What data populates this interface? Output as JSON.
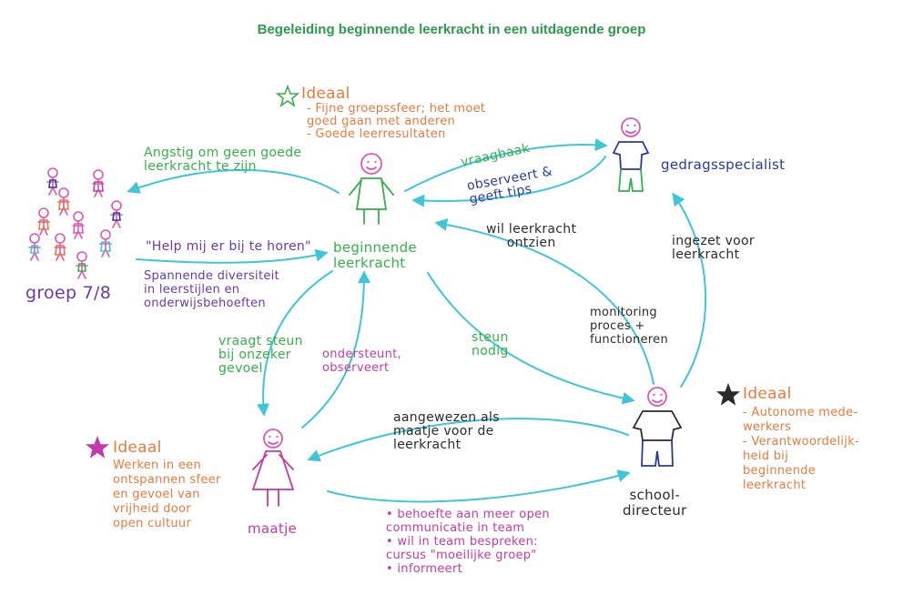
{
  "title": "Begeleiding beginnende leerkracht in een uitdagende groep",
  "colors": {
    "arrow": "#3ec6d6",
    "green": "#35b04a",
    "orange": "#e87a3c",
    "blue": "#2a3a9a",
    "purple": "#6a3aa8",
    "magenta": "#c43aa8",
    "dark": "#2b2b2b",
    "pink_head": "#e056b6"
  },
  "nodes": {
    "groep": {
      "label": "groep 7/8"
    },
    "leerkracht": {
      "label": "beginnende\nleerkracht"
    },
    "gedragsspecialist": {
      "label": "gedragsspecialist"
    },
    "maatje": {
      "label": "maatje"
    },
    "schooldirecteur": {
      "label": "school-\ndirecteur"
    }
  },
  "ideals": {
    "top": {
      "header": "Ideaal",
      "text": "- Fijne groepssfeer; het moet\n  goed gaan met anderen\n- Goede leerresultaten",
      "star_color": "green"
    },
    "right": {
      "header": "Ideaal",
      "text": "- Autonome mede-\n  werkers\n- Verantwoordelijk-\n  heid bij\n  beginnende\n  leerkracht",
      "star_color": "dark"
    },
    "left": {
      "header": "Ideaal",
      "text": "Werken in een\nontspannen sfeer\nen gevoel van\nvrijheid door\nopen cultuur",
      "star_color": "magenta"
    }
  },
  "edges": {
    "angstig": "Angstig om geen goede\nleerkracht te zijn",
    "help": "\"Help mij er bij te horen\"",
    "spannende": "Spannende diversiteit\nin leerstijlen en\nonderwijsbehoeften",
    "vraagbaak": "vraagbaak",
    "observeert": "observeert &\ngeeft tips",
    "wil_ontzien": "wil leerkracht\nontzien",
    "ingezet": "ingezet voor\nleerkracht",
    "monitoring": "monitoring\nproces +\nfunctioneren",
    "steun": "steun\nnodig",
    "vraagt_steun": "vraagt steun\nbij onzeker\ngevoel",
    "ondersteunt": "ondersteunt,\nobserveert",
    "aangewezen": "aangewezen als\nmaatje voor de\nleerkracht",
    "behoefte": "• behoefte aan meer open\n  communicatie in team\n• wil in team bespreken:\n  cursus \"moeilijke groep\"\n• informeert"
  }
}
